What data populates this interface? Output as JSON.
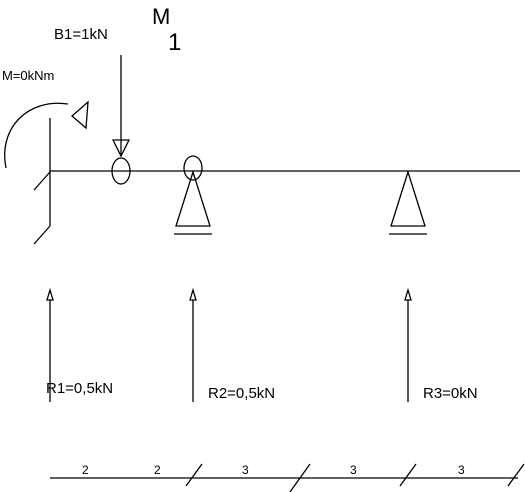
{
  "section_label": {
    "main": "M",
    "sub": "1"
  },
  "loads": {
    "point_load": "B1=1kN",
    "moment": "M=0kNm"
  },
  "reactions": [
    {
      "label": "R1=0,5kN"
    },
    {
      "label": "R2=0,5kN"
    },
    {
      "label": "R3=0kN"
    }
  ],
  "dimensions": [
    "2",
    "2",
    "3",
    "3",
    "3"
  ]
}
